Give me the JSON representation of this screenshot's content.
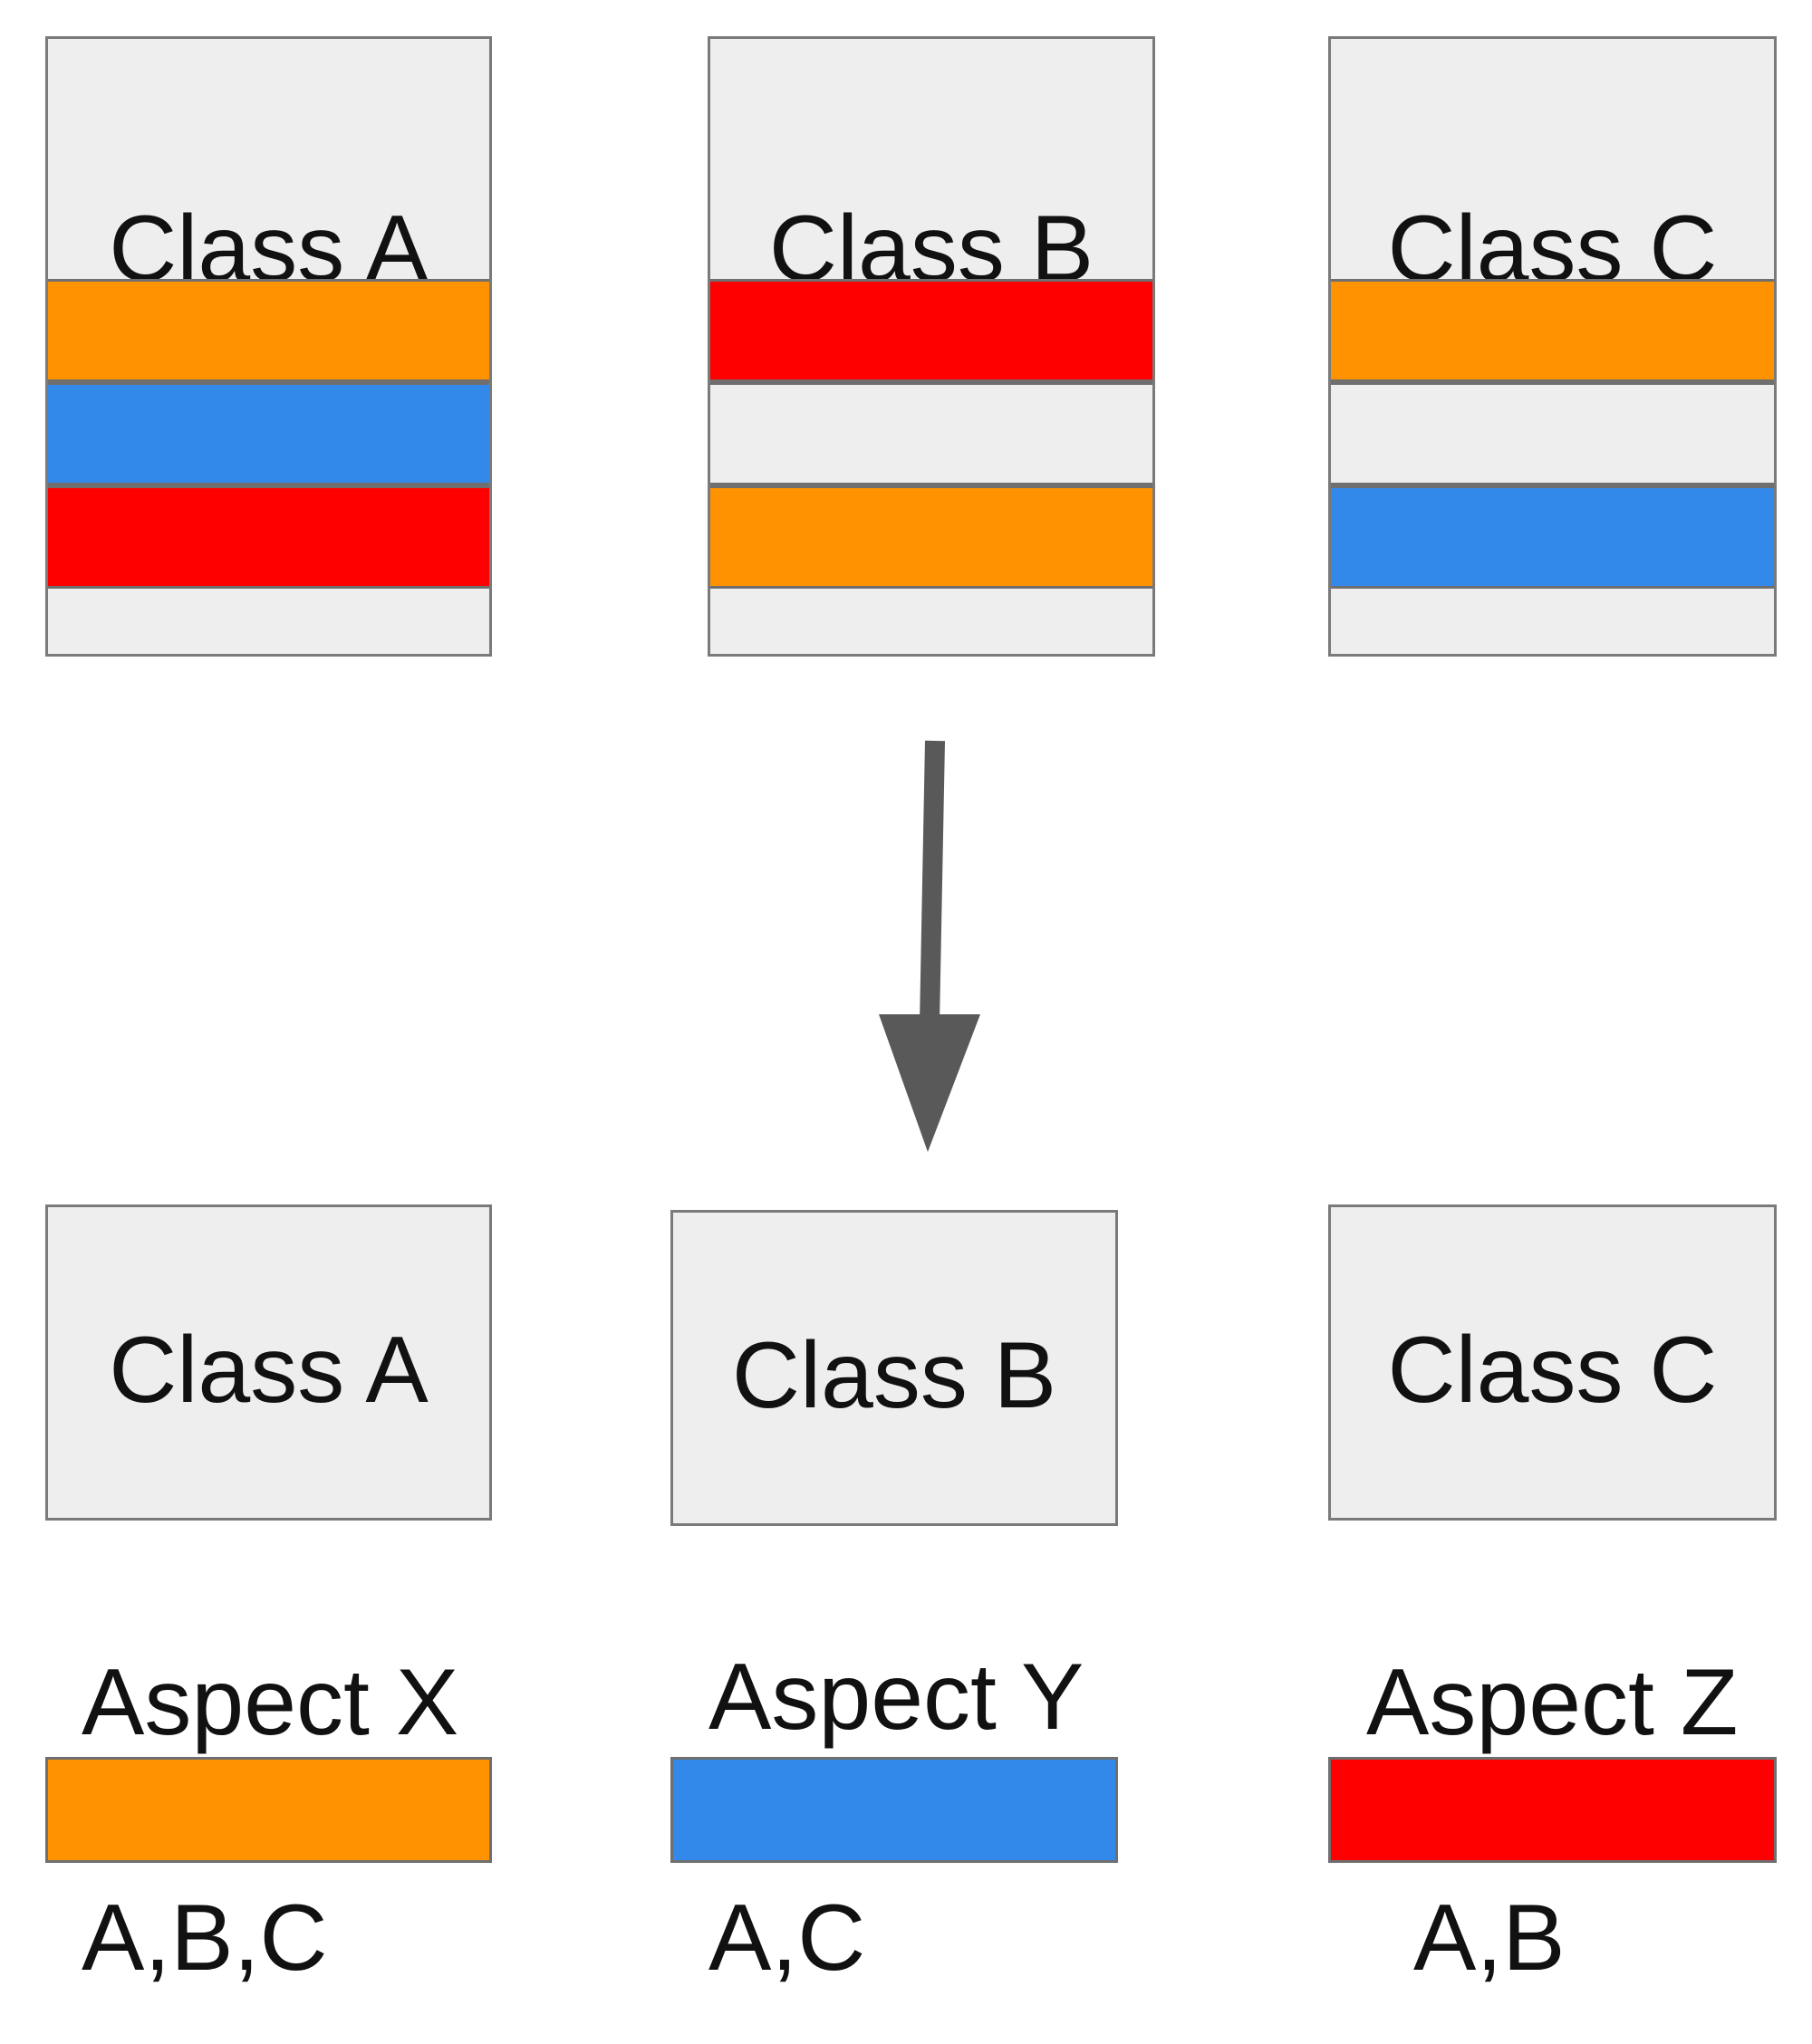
{
  "colors": {
    "box_fill": "#eeeeee",
    "box_border": "#7a7a7a",
    "aspect_x": "#ff9200",
    "aspect_y": "#3389ea",
    "aspect_z": "#ff0000",
    "arrow": "#595959"
  },
  "before": {
    "classes": [
      {
        "name": "Class A",
        "bands": [
          "aspect_x",
          "aspect_y",
          "aspect_z",
          null
        ]
      },
      {
        "name": "Class B",
        "bands": [
          "aspect_z",
          null,
          "aspect_x",
          null
        ]
      },
      {
        "name": "Class C",
        "bands": [
          "aspect_x",
          null,
          "aspect_y",
          null
        ]
      }
    ]
  },
  "arrow_icon": "down-arrow-icon",
  "after": {
    "classes": [
      {
        "name": "Class A"
      },
      {
        "name": "Class B"
      },
      {
        "name": "Class C"
      }
    ],
    "aspects": [
      {
        "name": "Aspect X",
        "color": "aspect_x",
        "used_by": "A,B,C"
      },
      {
        "name": "Aspect Y",
        "color": "aspect_y",
        "used_by": "A,C"
      },
      {
        "name": "Aspect Z",
        "color": "aspect_z",
        "used_by": "A,B"
      }
    ]
  }
}
